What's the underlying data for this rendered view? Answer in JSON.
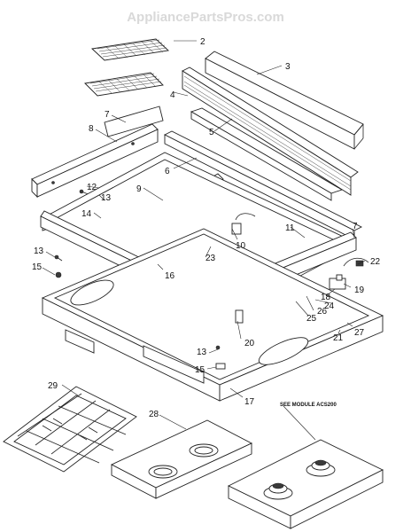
{
  "watermark": "AppliancePartsPros.com",
  "note": "SEE MODULE ACS200",
  "callouts": [
    "2",
    "3",
    "4",
    "5",
    "6",
    "7",
    "7",
    "8",
    "9",
    "10",
    "11",
    "12",
    "13",
    "13",
    "13",
    "14",
    "15",
    "15",
    "16",
    "17",
    "18",
    "19",
    "20",
    "21",
    "22",
    "23",
    "24",
    "25",
    "26",
    "27",
    "28",
    "29"
  ]
}
